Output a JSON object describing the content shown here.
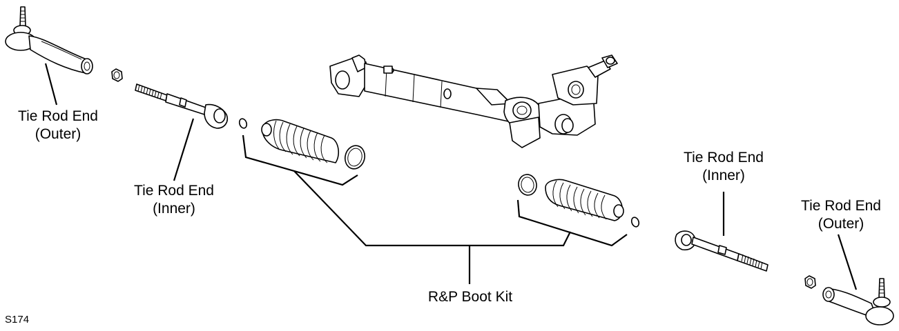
{
  "figure_code": "S174",
  "labels": {
    "tie_rod_outer_left": {
      "line1": "Tie Rod End",
      "line2": "(Outer)"
    },
    "tie_rod_inner_left": {
      "line1": "Tie Rod End",
      "line2": "(Inner)"
    },
    "tie_rod_inner_right": {
      "line1": "Tie Rod End",
      "line2": "(Inner)"
    },
    "tie_rod_outer_right": {
      "line1": "Tie Rod End",
      "line2": "(Outer)"
    },
    "boot_kit": "R&P Boot Kit"
  },
  "colors": {
    "line": "#000000",
    "background": "#ffffff"
  }
}
